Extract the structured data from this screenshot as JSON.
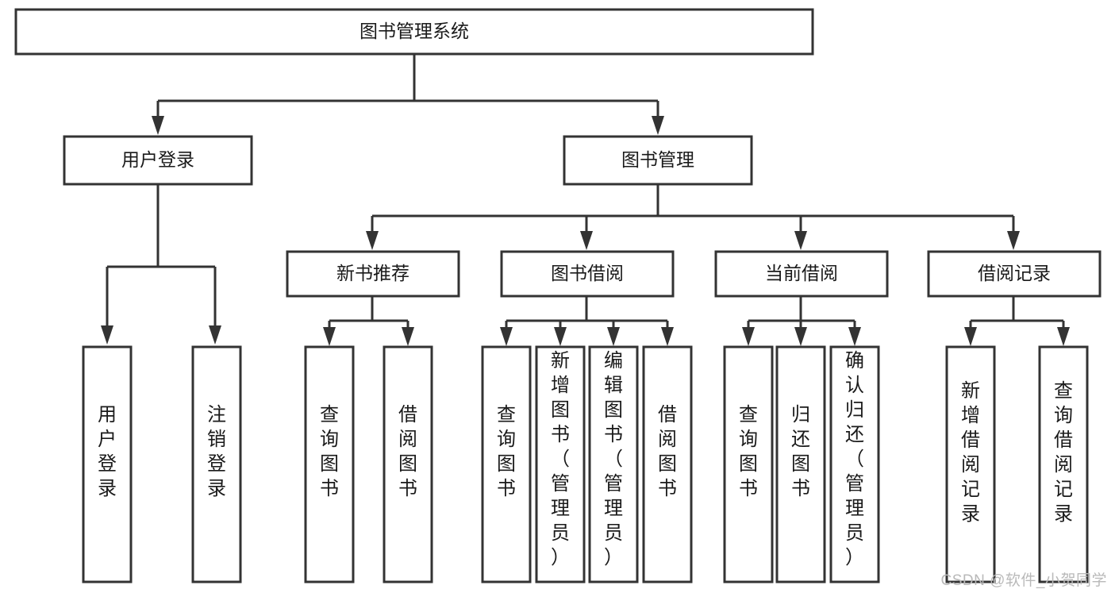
{
  "diagram": {
    "type": "tree-hierarchy",
    "title": "图书管理系统",
    "watermark": "CSDN @软件_小贺同学",
    "colors": {
      "box_stroke": "#333333",
      "box_fill": "#ffffff",
      "connector": "#333333",
      "text": "#1a1a1a",
      "watermark": "#b9b9b9",
      "background": "#ffffff"
    },
    "levels": {
      "root": {
        "label": "图书管理系统"
      },
      "level2": [
        {
          "label": "用户登录"
        },
        {
          "label": "图书管理"
        }
      ],
      "level3": [
        {
          "label": "新书推荐"
        },
        {
          "label": "图书借阅"
        },
        {
          "label": "当前借阅"
        },
        {
          "label": "借阅记录"
        }
      ]
    },
    "leaves": {
      "user_login": [
        {
          "label": "用户登录"
        },
        {
          "label": "注销登录"
        }
      ],
      "new_book_recommend": [
        {
          "label": "查询图书"
        },
        {
          "label": "借阅图书"
        }
      ],
      "book_borrow": [
        {
          "label": "查询图书"
        },
        {
          "label": "新增图书（管理员）"
        },
        {
          "label": "编辑图书（管理员）"
        },
        {
          "label": "借阅图书"
        }
      ],
      "current_borrow": [
        {
          "label": "查询图书"
        },
        {
          "label": "归还图书"
        },
        {
          "label": "确认归还（管理员）"
        }
      ],
      "borrow_record": [
        {
          "label": "新增借阅记录"
        },
        {
          "label": "查询借阅记录"
        }
      ]
    }
  }
}
